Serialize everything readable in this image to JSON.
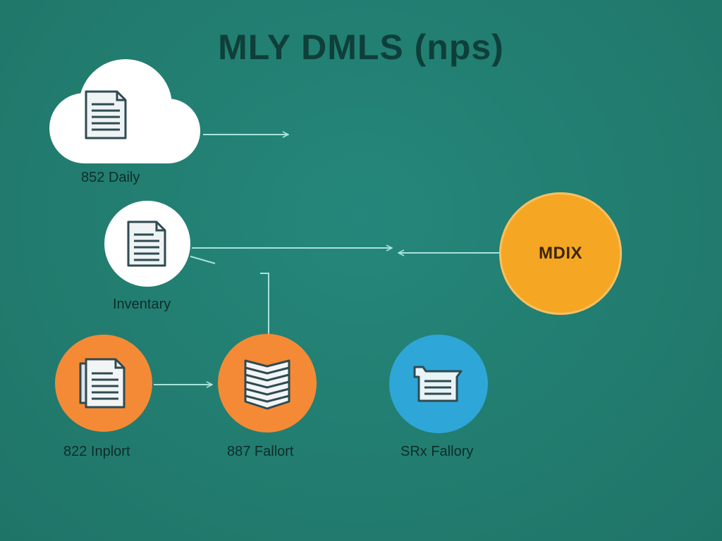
{
  "title": "MLY DMLS (nps)",
  "nodes": {
    "daily": {
      "label": "852 Daily"
    },
    "inventary": {
      "label": "Inventary"
    },
    "inplort": {
      "label": "822 Inplort"
    },
    "fallort": {
      "label": "887 Fallort"
    },
    "fallory": {
      "label": "SRx Fallory"
    },
    "hub": {
      "label": "MDIX"
    }
  },
  "colors": {
    "background": "#227f71",
    "orange": "#f58a36",
    "amber": "#f5a623",
    "blue": "#2fa6d8",
    "white": "#ffffff",
    "connector": "#a8e3dc"
  },
  "icons": [
    "document-icon",
    "stack-icon",
    "tray-icon"
  ]
}
